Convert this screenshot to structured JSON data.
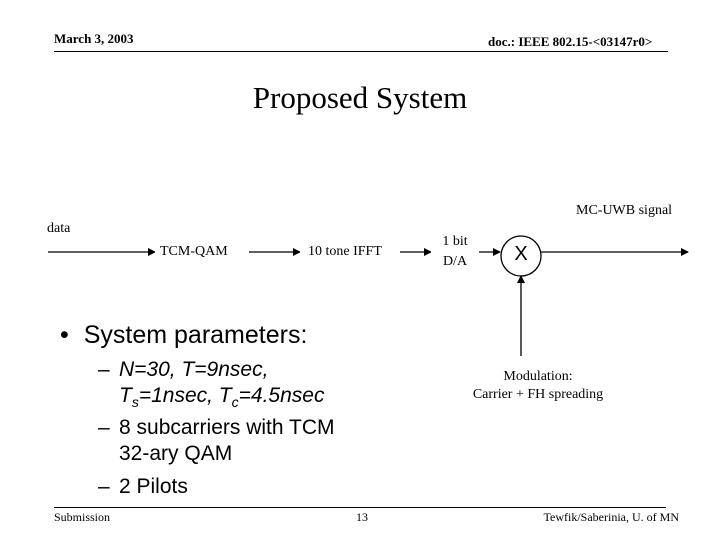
{
  "header": {
    "date": "March 3, 2003",
    "doc": "doc.: IEEE 802.15-<03147r0>"
  },
  "slide": {
    "title": "Proposed System"
  },
  "diagram": {
    "input_label": "data",
    "output_label": "MC-UWB signal",
    "blocks": {
      "tcm_qam": "TCM-QAM",
      "ifft": "10 tone IFFT",
      "da_line1": "1 bit",
      "da_line2": "D/A",
      "mixer": "X"
    },
    "modulation_line1": "Modulation:",
    "modulation_line2": "Carrier + FH spreading"
  },
  "bullets": {
    "main": "System parameters:",
    "item1_line1": "N=30, T=9nsec,",
    "item1_ts_prefix": "T",
    "item1_ts_sub": "s",
    "item1_ts_value": "=1nsec, T",
    "item1_tc_sub": "c",
    "item1_tc_value": "=4.5nsec",
    "item2_line1": "8 subcarriers with TCM",
    "item2_line2": "32-ary QAM",
    "item3": "2 Pilots",
    "dash": "–",
    "bullet": "•"
  },
  "footer": {
    "left": "Submission",
    "page": "13",
    "right": "Tewfik/Saberinia, U. of MN"
  }
}
